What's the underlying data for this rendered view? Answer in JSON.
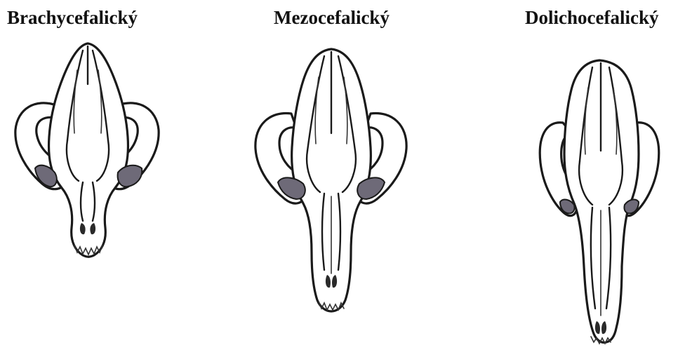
{
  "skulls": [
    {
      "label": "Brachycefalický",
      "colors": {
        "orbit": "#6e6a78",
        "outline": "#1a1a1a"
      }
    },
    {
      "label": "Mezocefalický",
      "colors": {
        "orbit": "#6e6a78",
        "outline": "#1a1a1a"
      }
    },
    {
      "label": "Dolichocefalický",
      "colors": {
        "orbit": "#6e6a78",
        "outline": "#1a1a1a"
      }
    }
  ]
}
